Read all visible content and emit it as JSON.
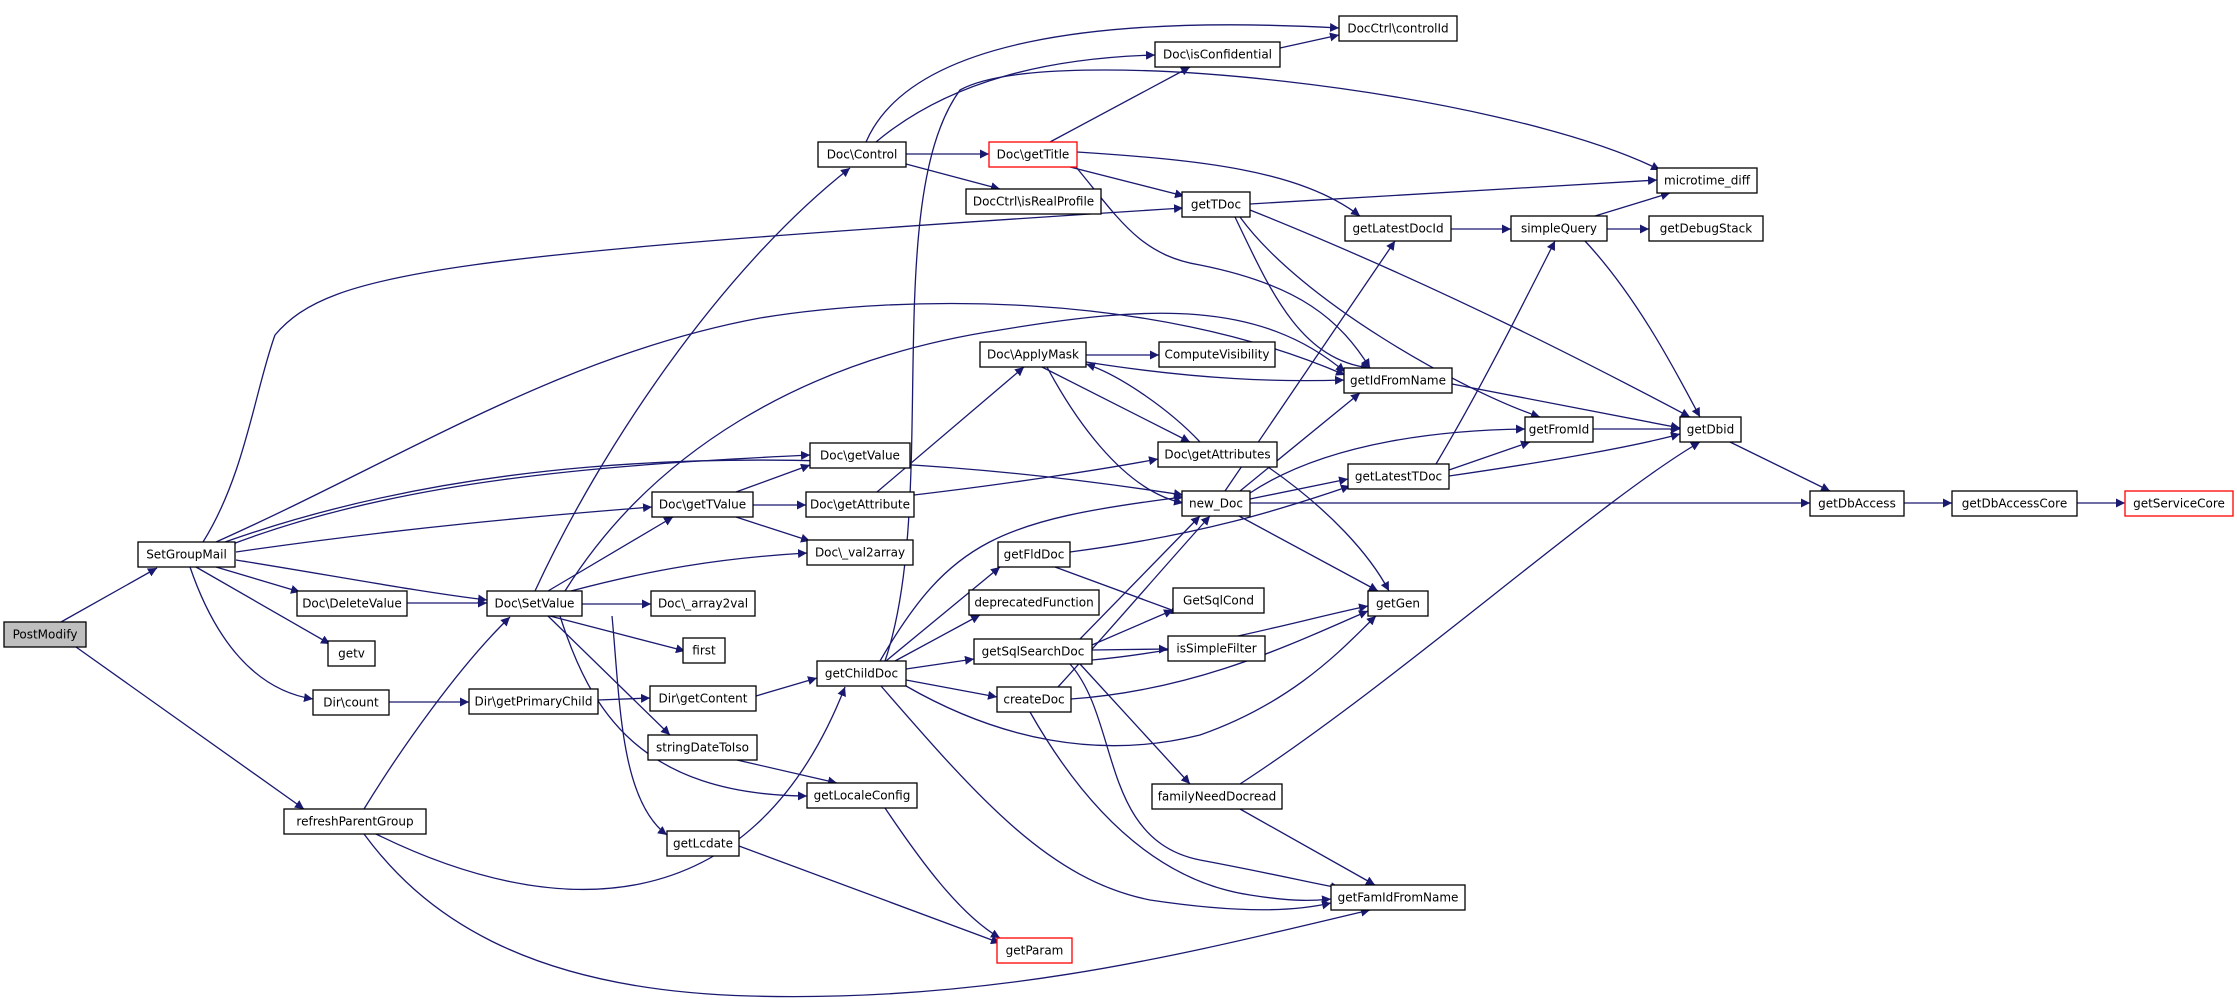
{
  "graph": {
    "colors": {
      "edge": "#191970",
      "node_border": "#000000",
      "root_fill": "#bfbfbf",
      "truncated_border": "#ff0000"
    },
    "nodes": [
      {
        "id": "PostModify",
        "label": "PostModify",
        "root": true
      },
      {
        "id": "SetGroupMail",
        "label": "SetGroupMail"
      },
      {
        "id": "refreshParentGroup",
        "label": "refreshParentGroup"
      },
      {
        "id": "DocDeleteValue",
        "label": "Doc\\DeleteValue"
      },
      {
        "id": "getv",
        "label": "getv"
      },
      {
        "id": "DirCount",
        "label": "Dir\\count"
      },
      {
        "id": "DocSetValue",
        "label": "Doc\\SetValue"
      },
      {
        "id": "DirGetPrimaryChild",
        "label": "Dir\\getPrimaryChild"
      },
      {
        "id": "DocGetTValue",
        "label": "Doc\\getTValue"
      },
      {
        "id": "DocArray2val",
        "label": "Doc\\_array2val"
      },
      {
        "id": "first",
        "label": "first"
      },
      {
        "id": "DirGetContent",
        "label": "Dir\\getContent"
      },
      {
        "id": "stringDateToIso",
        "label": "stringDateToIso"
      },
      {
        "id": "getLcdate",
        "label": "getLcdate"
      },
      {
        "id": "DocGetValue",
        "label": "Doc\\getValue"
      },
      {
        "id": "DocGetAttribute",
        "label": "Doc\\getAttribute"
      },
      {
        "id": "DocVal2array",
        "label": "Doc\\_val2array"
      },
      {
        "id": "DocControl",
        "label": "Doc\\Control"
      },
      {
        "id": "getChildDoc",
        "label": "getChildDoc"
      },
      {
        "id": "getLocaleConfig",
        "label": "getLocaleConfig"
      },
      {
        "id": "getParam",
        "label": "getParam",
        "truncated": true
      },
      {
        "id": "DocGetTitle",
        "label": "Doc\\getTitle",
        "truncated": true
      },
      {
        "id": "DocCtrlIsRealProfile",
        "label": "DocCtrl\\isRealProfile"
      },
      {
        "id": "DocApplyMask",
        "label": "Doc\\ApplyMask"
      },
      {
        "id": "getFldDoc",
        "label": "getFldDoc"
      },
      {
        "id": "deprecatedFunction",
        "label": "deprecatedFunction"
      },
      {
        "id": "getSqlSearchDoc",
        "label": "getSqlSearchDoc"
      },
      {
        "id": "createDoc",
        "label": "createDoc"
      },
      {
        "id": "DocIsConfidential",
        "label": "Doc\\isConfidential"
      },
      {
        "id": "DocCtrlControlId",
        "label": "DocCtrl\\controlId"
      },
      {
        "id": "getTDoc",
        "label": "getTDoc"
      },
      {
        "id": "ComputeVisibility",
        "label": "ComputeVisibility"
      },
      {
        "id": "DocGetAttributes",
        "label": "Doc\\getAttributes"
      },
      {
        "id": "newDoc",
        "label": "new_Doc"
      },
      {
        "id": "GetSqlCond",
        "label": "GetSqlCond"
      },
      {
        "id": "isSimpleFilter",
        "label": "isSimpleFilter"
      },
      {
        "id": "familyNeedDocread",
        "label": "familyNeedDocread"
      },
      {
        "id": "getLatestDocId",
        "label": "getLatestDocId"
      },
      {
        "id": "getIdFromName",
        "label": "getIdFromName"
      },
      {
        "id": "getLatestTDoc",
        "label": "getLatestTDoc"
      },
      {
        "id": "getGen",
        "label": "getGen"
      },
      {
        "id": "getFamIdFromName",
        "label": "getFamIdFromName"
      },
      {
        "id": "simpleQuery",
        "label": "simpleQuery"
      },
      {
        "id": "getFromId",
        "label": "getFromId"
      },
      {
        "id": "microtimeDiff",
        "label": "microtime_diff"
      },
      {
        "id": "getDebugStack",
        "label": "getDebugStack"
      },
      {
        "id": "getDbid",
        "label": "getDbid"
      },
      {
        "id": "getDbAccess",
        "label": "getDbAccess"
      },
      {
        "id": "getDbAccessCore",
        "label": "getDbAccessCore"
      },
      {
        "id": "getServiceCore",
        "label": "getServiceCore",
        "truncated": true
      }
    ],
    "edges": [
      [
        "PostModify",
        "SetGroupMail"
      ],
      [
        "PostModify",
        "refreshParentGroup"
      ],
      [
        "SetGroupMail",
        "getTDoc"
      ],
      [
        "SetGroupMail",
        "getIdFromName"
      ],
      [
        "SetGroupMail",
        "newDoc"
      ],
      [
        "SetGroupMail",
        "DocGetValue"
      ],
      [
        "SetGroupMail",
        "DocGetTValue"
      ],
      [
        "SetGroupMail",
        "DocSetValue"
      ],
      [
        "SetGroupMail",
        "DocDeleteValue"
      ],
      [
        "SetGroupMail",
        "getv"
      ],
      [
        "SetGroupMail",
        "DirCount"
      ],
      [
        "DocDeleteValue",
        "DocSetValue"
      ],
      [
        "DirCount",
        "DirGetPrimaryChild"
      ],
      [
        "DirGetPrimaryChild",
        "DirGetContent"
      ],
      [
        "DirGetContent",
        "getChildDoc"
      ],
      [
        "refreshParentGroup",
        "DocSetValue"
      ],
      [
        "refreshParentGroup",
        "getChildDoc"
      ],
      [
        "refreshParentGroup",
        "getFamIdFromName"
      ],
      [
        "DocSetValue",
        "DocControl"
      ],
      [
        "DocSetValue",
        "getIdFromName"
      ],
      [
        "DocSetValue",
        "DocGetTValue"
      ],
      [
        "DocSetValue",
        "DocVal2array"
      ],
      [
        "DocSetValue",
        "DocArray2val"
      ],
      [
        "DocSetValue",
        "first"
      ],
      [
        "DocSetValue",
        "stringDateToIso"
      ],
      [
        "DocSetValue",
        "getLocaleConfig"
      ],
      [
        "DocSetValue",
        "getLcdate"
      ],
      [
        "DocGetTValue",
        "DocGetValue"
      ],
      [
        "DocGetTValue",
        "DocGetAttribute"
      ],
      [
        "DocGetTValue",
        "DocVal2array"
      ],
      [
        "DocGetAttribute",
        "DocApplyMask"
      ],
      [
        "DocGetAttribute",
        "DocGetAttributes"
      ],
      [
        "stringDateToIso",
        "getLocaleConfig"
      ],
      [
        "getLocaleConfig",
        "getParam"
      ],
      [
        "getLcdate",
        "getParam"
      ],
      [
        "DocControl",
        "DocCtrlControlId"
      ],
      [
        "DocControl",
        "DocIsConfidential"
      ],
      [
        "DocControl",
        "DocGetTitle"
      ],
      [
        "DocControl",
        "DocCtrlIsRealProfile"
      ],
      [
        "DocGetTitle",
        "DocIsConfidential"
      ],
      [
        "DocGetTitle",
        "getTDoc"
      ],
      [
        "DocGetTitle",
        "getLatestDocId"
      ],
      [
        "DocGetTitle",
        "getIdFromName"
      ],
      [
        "DocIsConfidential",
        "DocCtrlControlId"
      ],
      [
        "getChildDoc",
        "microtimeDiff"
      ],
      [
        "getChildDoc",
        "newDoc"
      ],
      [
        "getChildDoc",
        "getFldDoc"
      ],
      [
        "getChildDoc",
        "deprecatedFunction"
      ],
      [
        "getChildDoc",
        "getSqlSearchDoc"
      ],
      [
        "getChildDoc",
        "createDoc"
      ],
      [
        "getChildDoc",
        "getGen"
      ],
      [
        "getChildDoc",
        "getFamIdFromName"
      ],
      [
        "DocApplyMask",
        "ComputeVisibility"
      ],
      [
        "DocApplyMask",
        "getIdFromName"
      ],
      [
        "DocApplyMask",
        "DocGetAttributes"
      ],
      [
        "DocApplyMask",
        "newDoc"
      ],
      [
        "DocGetAttributes",
        "DocApplyMask"
      ],
      [
        "DocGetAttributes",
        "getGen"
      ],
      [
        "getFldDoc",
        "getLatestTDoc"
      ],
      [
        "getFldDoc",
        "GetSqlCond"
      ],
      [
        "getSqlSearchDoc",
        "newDoc"
      ],
      [
        "getSqlSearchDoc",
        "GetSqlCond"
      ],
      [
        "getSqlSearchDoc",
        "isSimpleFilter"
      ],
      [
        "getSqlSearchDoc",
        "getGen"
      ],
      [
        "getSqlSearchDoc",
        "familyNeedDocread"
      ],
      [
        "getSqlSearchDoc",
        "getFamIdFromName"
      ],
      [
        "createDoc",
        "newDoc"
      ],
      [
        "createDoc",
        "getGen"
      ],
      [
        "createDoc",
        "getFamIdFromName"
      ],
      [
        "getTDoc",
        "microtimeDiff"
      ],
      [
        "getTDoc",
        "getIdFromName"
      ],
      [
        "getTDoc",
        "getFromId"
      ],
      [
        "getTDoc",
        "getDbid"
      ],
      [
        "newDoc",
        "getLatestDocId"
      ],
      [
        "newDoc",
        "getIdFromName"
      ],
      [
        "newDoc",
        "getFromId"
      ],
      [
        "newDoc",
        "getLatestTDoc"
      ],
      [
        "newDoc",
        "getDbAccess"
      ],
      [
        "newDoc",
        "getGen"
      ],
      [
        "familyNeedDocread",
        "getDbid"
      ],
      [
        "familyNeedDocread",
        "getFamIdFromName"
      ],
      [
        "getLatestDocId",
        "simpleQuery"
      ],
      [
        "getIdFromName",
        "getDbid"
      ],
      [
        "getLatestTDoc",
        "simpleQuery"
      ],
      [
        "getLatestTDoc",
        "getFromId"
      ],
      [
        "getLatestTDoc",
        "getDbid"
      ],
      [
        "simpleQuery",
        "microtimeDiff"
      ],
      [
        "simpleQuery",
        "getDebugStack"
      ],
      [
        "simpleQuery",
        "getDbid"
      ],
      [
        "getFromId",
        "getDbid"
      ],
      [
        "getDbid",
        "getDbAccess"
      ],
      [
        "getDbAccess",
        "getDbAccessCore"
      ],
      [
        "getDbAccessCore",
        "getServiceCore"
      ]
    ]
  }
}
